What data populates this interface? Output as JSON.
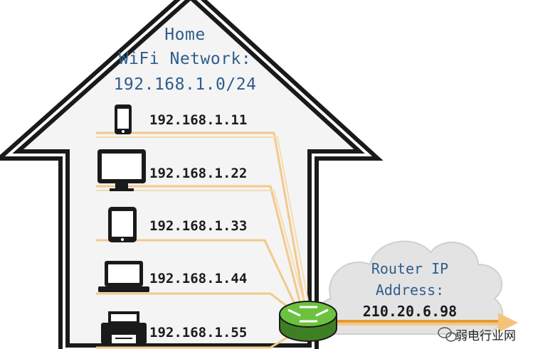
{
  "network": {
    "title_line1": "Home",
    "title_line2": "WiFi Network:",
    "title_line3": "192.168.1.0/24"
  },
  "devices": [
    {
      "icon": "smartphone-icon",
      "ip": "192.168.1.11"
    },
    {
      "icon": "monitor-icon",
      "ip": "192.168.1.22"
    },
    {
      "icon": "tablet-icon",
      "ip": "192.168.1.33"
    },
    {
      "icon": "laptop-icon",
      "ip": "192.168.1.44"
    },
    {
      "icon": "printer-icon",
      "ip": "192.168.1.55"
    }
  ],
  "router": {
    "label_line1": "Router IP",
    "label_line2": "Address:",
    "ip": "210.20.6.98",
    "icon": "router-icon"
  },
  "watermark": {
    "text": "弱电行业网",
    "icon": "wechat-icon"
  },
  "colors": {
    "title": "#2f5d8c",
    "connection_line": "#f2c98a",
    "arrow": "#e89a2c",
    "router": "#5aa832",
    "house_fill": "#f4f4f4",
    "cloud_fill": "#e3e3e3"
  }
}
